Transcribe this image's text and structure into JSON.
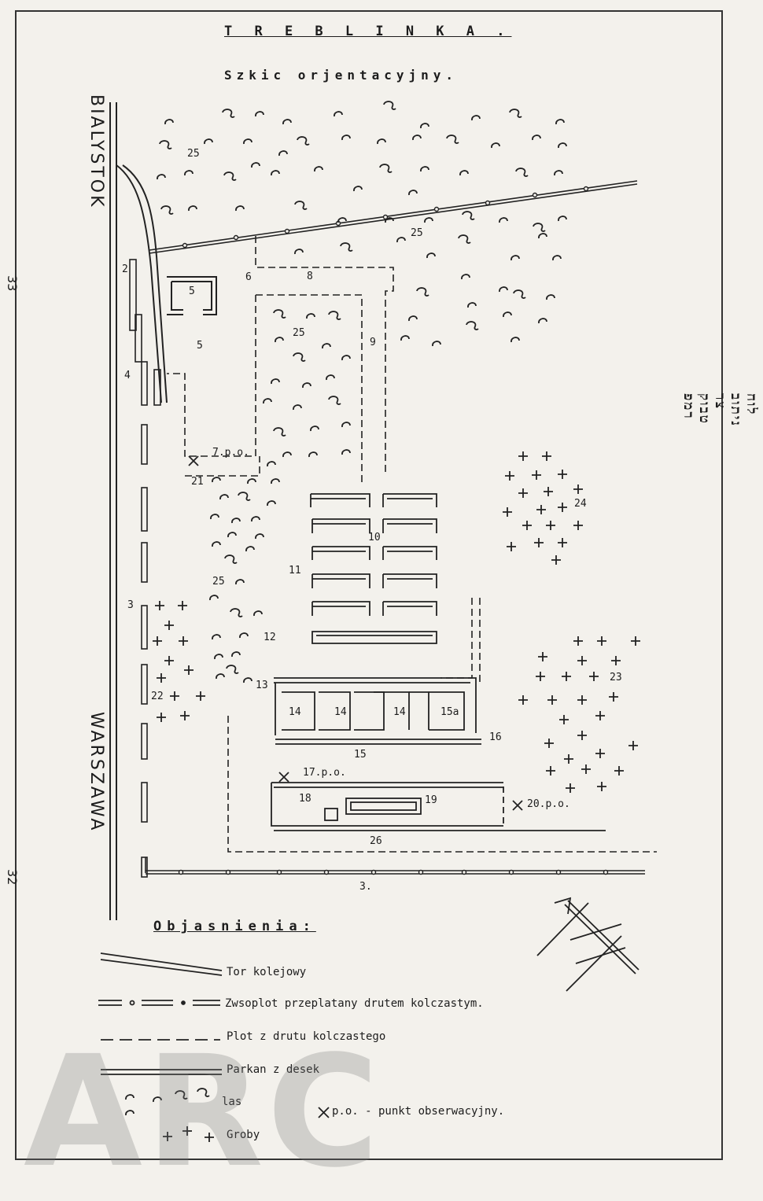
{
  "title": "T R E B L I N K A .",
  "subtitle": "Szkic orjentacyjny.",
  "labels": {
    "bialystok": "BIALYSTOK",
    "warszawa": "WARSZAWA",
    "page_top": "33",
    "page_bottom": "32",
    "hebrew": "לוח ניתוב צר טבוק רמפ"
  },
  "map_numbers": {
    "n2": "2",
    "n3": "3",
    "n4": "4",
    "n5a": "5",
    "n5b": "5",
    "n6": "6",
    "n7": "7.p.o.",
    "n8": "8",
    "n9": "9",
    "n10": "10",
    "n11": "11",
    "n12": "12",
    "n13": "13",
    "n14a": "14",
    "n14b": "14",
    "n14c": "14",
    "n15": "15",
    "n15a": "15a",
    "n16": "16",
    "n17": "17.p.o.",
    "n18": "18",
    "n19": "19",
    "n20": "20.p.o.",
    "n21": "21",
    "n22": "22",
    "n23": "23",
    "n24": "24",
    "n25a": "25",
    "n25b": "25",
    "n25c": "25",
    "n25d": "25",
    "n26": "26",
    "n3b": "3."
  },
  "legend": {
    "heading": "Objasnienia:",
    "items": [
      {
        "symbol": "rail",
        "text": "Tor kolejowy"
      },
      {
        "symbol": "barbed-wall",
        "text": "Zwsoplot przeplatany drutem kolczastym."
      },
      {
        "symbol": "wire-fence",
        "text": "Plot z drutu kolczastego"
      },
      {
        "symbol": "plank-fence",
        "text": "Parkan z desek"
      },
      {
        "symbol": "forest",
        "text": "las"
      },
      {
        "symbol": "graves",
        "text": "Groby"
      }
    ],
    "observation": "p.o. - punkt obserwacyjny."
  },
  "watermark": "ARC"
}
